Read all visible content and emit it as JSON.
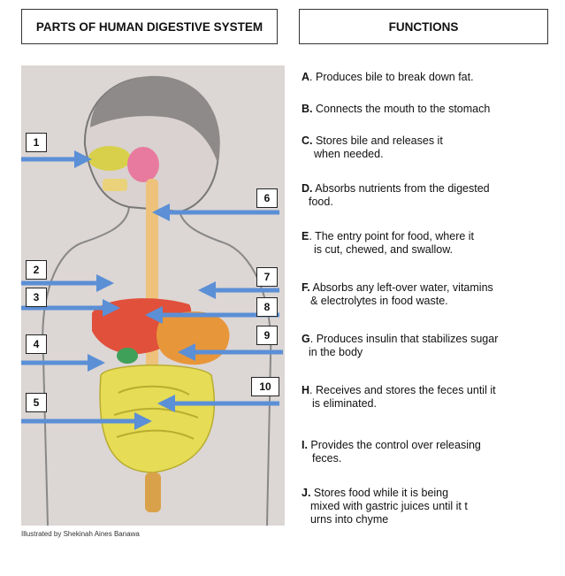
{
  "headers": {
    "left": "PARTS OF HUMAN DIGESTIVE SYSTEM",
    "right": "FUNCTIONS"
  },
  "credit": "Illustrated by Shekinah Aines Banawa",
  "numbers": [
    "1",
    "2",
    "3",
    "4",
    "5",
    "6",
    "7",
    "8",
    "9",
    "10"
  ],
  "functions": [
    {
      "letter": "A",
      "sep": ".",
      "line1": " Produces bile to break down fat.",
      "line2": ""
    },
    {
      "letter": "B.",
      "sep": "",
      "line1": " Connects the mouth to the stomach",
      "line2": ""
    },
    {
      "letter": "C.",
      "sep": "",
      "line1": " Stores bile and releases it",
      "line2": "when needed."
    },
    {
      "letter": "D.",
      "sep": "",
      "line1": " Absorbs nutrients from the digested",
      "line2": "food."
    },
    {
      "letter": "E",
      "sep": ".",
      "line1": " The entry point for food, where it",
      "line2": "is cut, chewed, and swallow."
    },
    {
      "letter": "F.",
      "sep": "",
      "line1": " Absorbs any left-over water, vitamins",
      "line2": "& electrolytes in food waste."
    },
    {
      "letter": "G",
      "sep": ".",
      "line1": " Produces insulin that stabilizes sugar",
      "line2": "in the body"
    },
    {
      "letter": "H",
      "sep": ".",
      "line1": " Receives and stores the feces until it",
      "line2": "is eliminated."
    },
    {
      "letter": "I.",
      "sep": "",
      "line1": " Provides the control over releasing",
      "line2": "feces."
    },
    {
      "letter": "J.",
      "sep": "",
      "line1": " Stores food while it is being",
      "line2": "mixed with gastric juices until it t",
      "line3": "urns into chyme"
    }
  ],
  "colors": {
    "arrow": "#5b8fd6",
    "arrow_edge": "#3a6db5",
    "liver": "#e0503a",
    "stomach": "#e8963a",
    "intestine": "#e6dc55",
    "brain": "#e87aa0",
    "esophagus": "#eec27a"
  }
}
